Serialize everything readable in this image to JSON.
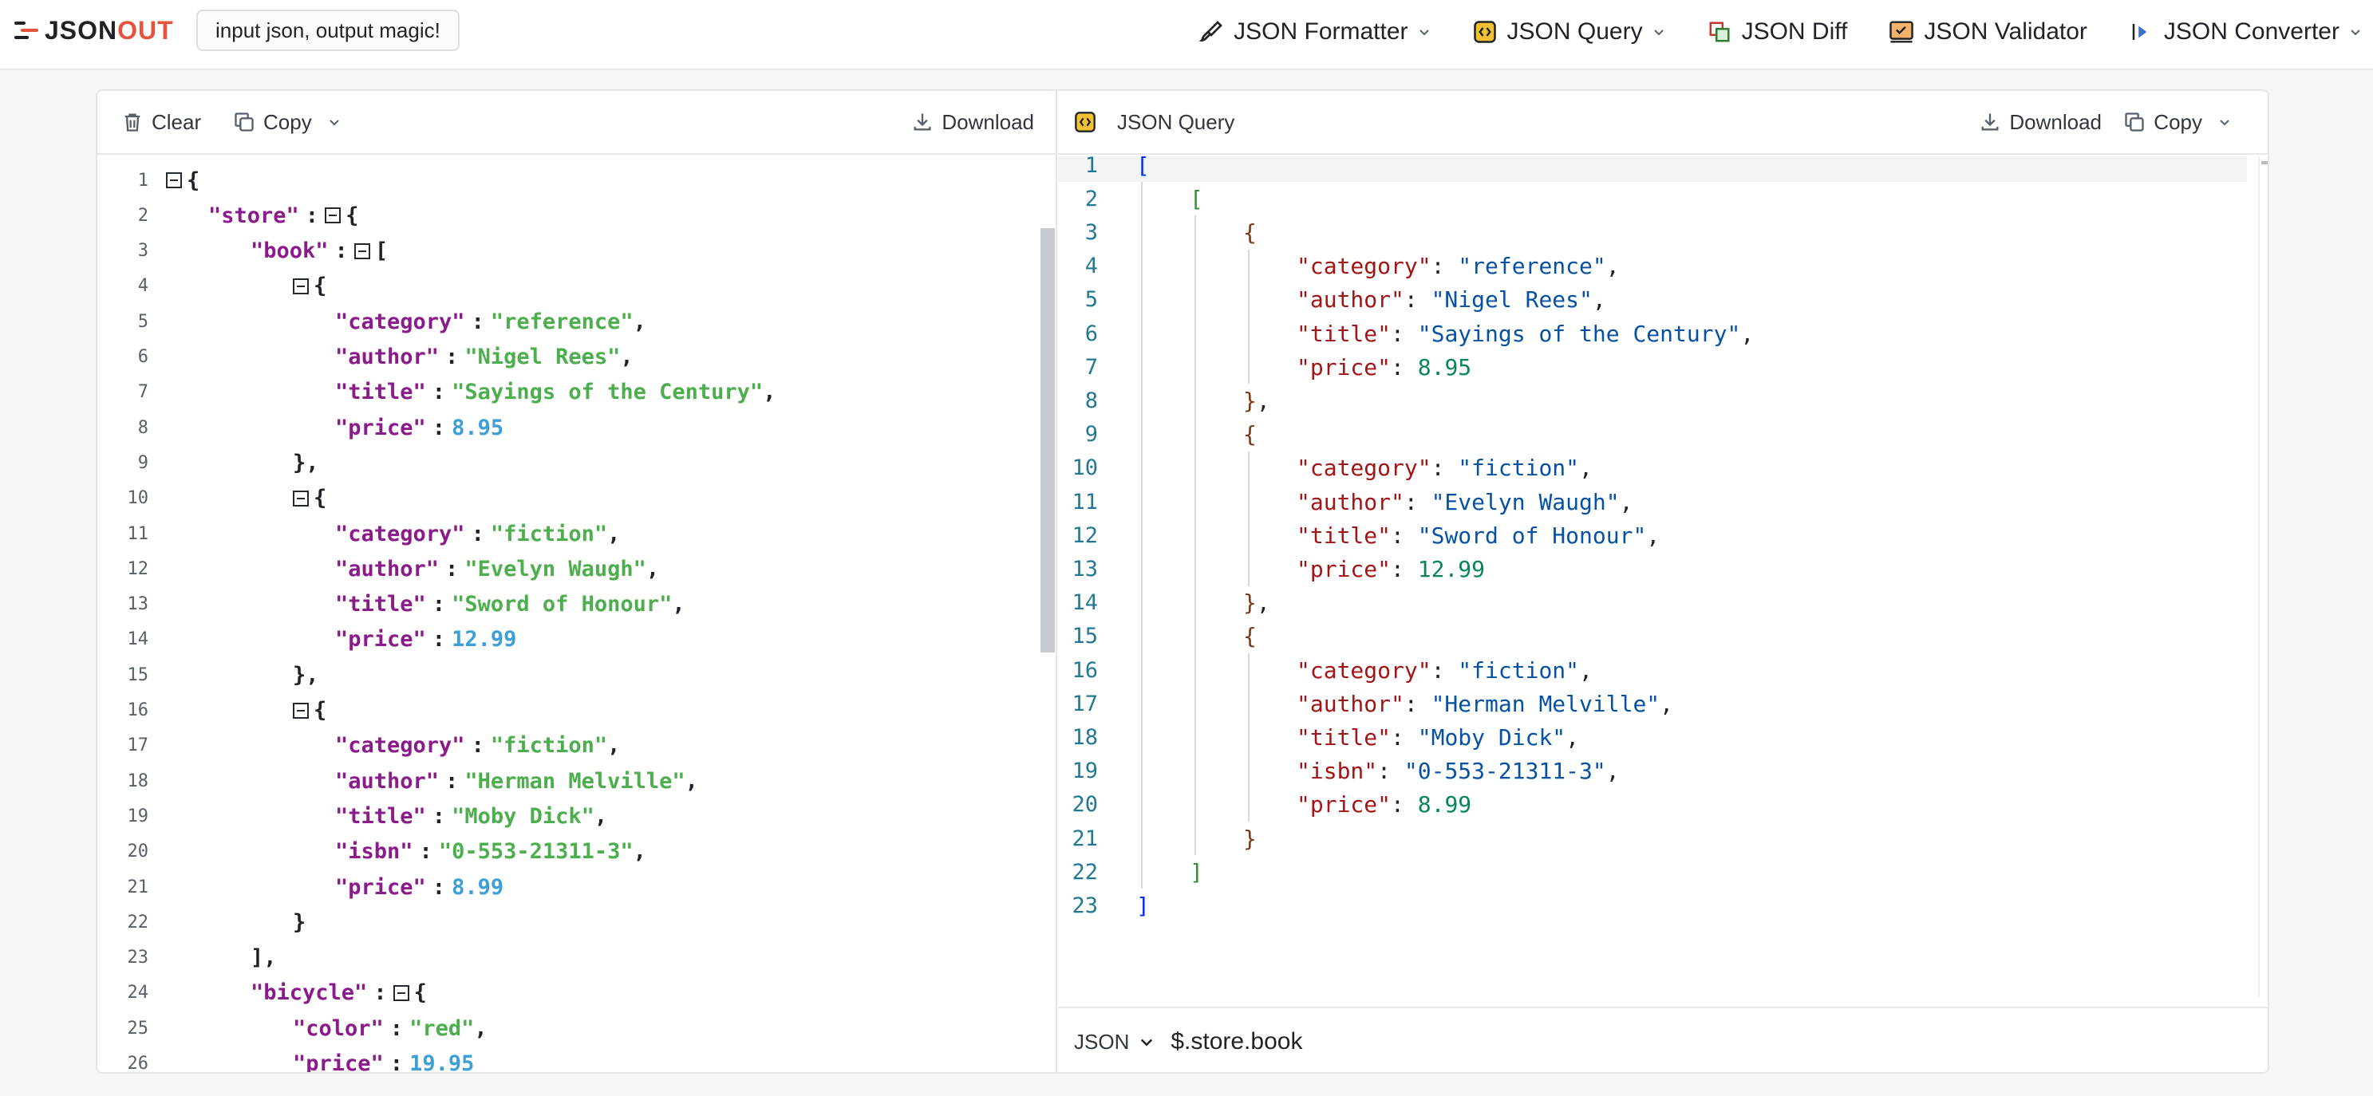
{
  "brand": {
    "part1": "JSON",
    "part2": "OUT"
  },
  "tagline": "input json, output magic!",
  "nav": [
    {
      "label": "JSON Formatter",
      "icon": "brush-icon",
      "dropdown": true
    },
    {
      "label": "JSON Query",
      "icon": "code-brackets-icon",
      "dropdown": true
    },
    {
      "label": "JSON Diff",
      "icon": "diff-icon",
      "dropdown": false
    },
    {
      "label": "JSON Validator",
      "icon": "check-badge-icon",
      "dropdown": false
    },
    {
      "label": "JSON Converter",
      "icon": "convert-icon",
      "dropdown": true
    }
  ],
  "left_toolbar": {
    "clear": "Clear",
    "copy": "Copy",
    "download": "Download"
  },
  "right_toolbar": {
    "title": "JSON Query",
    "download": "Download",
    "copy": "Copy"
  },
  "left_lines": [
    {
      "n": "1",
      "indent": 0,
      "fold": true,
      "parts": [
        [
          "p",
          "{"
        ]
      ]
    },
    {
      "n": "2",
      "indent": 1,
      "fold": false,
      "parts": [
        [
          "k",
          "\"store\""
        ],
        [
          "c",
          ":"
        ],
        [
          "f",
          ""
        ],
        [
          "p",
          "{"
        ]
      ]
    },
    {
      "n": "3",
      "indent": 2,
      "fold": false,
      "parts": [
        [
          "k",
          "\"book\""
        ],
        [
          "c",
          ":"
        ],
        [
          "f",
          ""
        ],
        [
          "p",
          "["
        ]
      ]
    },
    {
      "n": "4",
      "indent": 3,
      "fold": true,
      "parts": [
        [
          "p",
          "{"
        ]
      ]
    },
    {
      "n": "5",
      "indent": 4,
      "fold": false,
      "parts": [
        [
          "k",
          "\"category\""
        ],
        [
          "c",
          ":"
        ],
        [
          "s",
          "\"reference\""
        ],
        [
          "p",
          ","
        ]
      ]
    },
    {
      "n": "6",
      "indent": 4,
      "fold": false,
      "parts": [
        [
          "k",
          "\"author\""
        ],
        [
          "c",
          ":"
        ],
        [
          "s",
          "\"Nigel Rees\""
        ],
        [
          "p",
          ","
        ]
      ]
    },
    {
      "n": "7",
      "indent": 4,
      "fold": false,
      "parts": [
        [
          "k",
          "\"title\""
        ],
        [
          "c",
          ":"
        ],
        [
          "s",
          "\"Sayings of the Century\""
        ],
        [
          "p",
          ","
        ]
      ]
    },
    {
      "n": "8",
      "indent": 4,
      "fold": false,
      "parts": [
        [
          "k",
          "\"price\""
        ],
        [
          "c",
          ":"
        ],
        [
          "n",
          "8.95"
        ]
      ]
    },
    {
      "n": "9",
      "indent": 3,
      "fold": false,
      "parts": [
        [
          "p",
          "},"
        ]
      ]
    },
    {
      "n": "10",
      "indent": 3,
      "fold": true,
      "parts": [
        [
          "p",
          "{"
        ]
      ]
    },
    {
      "n": "11",
      "indent": 4,
      "fold": false,
      "parts": [
        [
          "k",
          "\"category\""
        ],
        [
          "c",
          ":"
        ],
        [
          "s",
          "\"fiction\""
        ],
        [
          "p",
          ","
        ]
      ]
    },
    {
      "n": "12",
      "indent": 4,
      "fold": false,
      "parts": [
        [
          "k",
          "\"author\""
        ],
        [
          "c",
          ":"
        ],
        [
          "s",
          "\"Evelyn Waugh\""
        ],
        [
          "p",
          ","
        ]
      ]
    },
    {
      "n": "13",
      "indent": 4,
      "fold": false,
      "parts": [
        [
          "k",
          "\"title\""
        ],
        [
          "c",
          ":"
        ],
        [
          "s",
          "\"Sword of Honour\""
        ],
        [
          "p",
          ","
        ]
      ]
    },
    {
      "n": "14",
      "indent": 4,
      "fold": false,
      "parts": [
        [
          "k",
          "\"price\""
        ],
        [
          "c",
          ":"
        ],
        [
          "n",
          "12.99"
        ]
      ]
    },
    {
      "n": "15",
      "indent": 3,
      "fold": false,
      "parts": [
        [
          "p",
          "},"
        ]
      ]
    },
    {
      "n": "16",
      "indent": 3,
      "fold": true,
      "parts": [
        [
          "p",
          "{"
        ]
      ]
    },
    {
      "n": "17",
      "indent": 4,
      "fold": false,
      "parts": [
        [
          "k",
          "\"category\""
        ],
        [
          "c",
          ":"
        ],
        [
          "s",
          "\"fiction\""
        ],
        [
          "p",
          ","
        ]
      ]
    },
    {
      "n": "18",
      "indent": 4,
      "fold": false,
      "parts": [
        [
          "k",
          "\"author\""
        ],
        [
          "c",
          ":"
        ],
        [
          "s",
          "\"Herman Melville\""
        ],
        [
          "p",
          ","
        ]
      ]
    },
    {
      "n": "19",
      "indent": 4,
      "fold": false,
      "parts": [
        [
          "k",
          "\"title\""
        ],
        [
          "c",
          ":"
        ],
        [
          "s",
          "\"Moby Dick\""
        ],
        [
          "p",
          ","
        ]
      ]
    },
    {
      "n": "20",
      "indent": 4,
      "fold": false,
      "parts": [
        [
          "k",
          "\"isbn\""
        ],
        [
          "c",
          ":"
        ],
        [
          "s",
          "\"0-553-21311-3\""
        ],
        [
          "p",
          ","
        ]
      ]
    },
    {
      "n": "21",
      "indent": 4,
      "fold": false,
      "parts": [
        [
          "k",
          "\"price\""
        ],
        [
          "c",
          ":"
        ],
        [
          "n",
          "8.99"
        ]
      ]
    },
    {
      "n": "22",
      "indent": 3,
      "fold": false,
      "parts": [
        [
          "p",
          "}"
        ]
      ]
    },
    {
      "n": "23",
      "indent": 2,
      "fold": false,
      "parts": [
        [
          "p",
          "],"
        ]
      ]
    },
    {
      "n": "24",
      "indent": 2,
      "fold": false,
      "parts": [
        [
          "k",
          "\"bicycle\""
        ],
        [
          "c",
          ":"
        ],
        [
          "f",
          ""
        ],
        [
          "p",
          "{"
        ]
      ]
    },
    {
      "n": "25",
      "indent": 3,
      "fold": false,
      "parts": [
        [
          "k",
          "\"color\""
        ],
        [
          "c",
          ":"
        ],
        [
          "s",
          "\"red\""
        ],
        [
          "p",
          ","
        ]
      ]
    },
    {
      "n": "26",
      "indent": 3,
      "fold": false,
      "parts": [
        [
          "k",
          "\"price\""
        ],
        [
          "c",
          ":"
        ],
        [
          "n",
          "19.95"
        ]
      ]
    }
  ],
  "right_lines": [
    {
      "n": "1",
      "indent": 0,
      "parts": [
        [
          "b1",
          "["
        ]
      ]
    },
    {
      "n": "2",
      "indent": 1,
      "parts": [
        [
          "b2",
          "["
        ]
      ]
    },
    {
      "n": "3",
      "indent": 2,
      "parts": [
        [
          "b3",
          "{"
        ]
      ]
    },
    {
      "n": "4",
      "indent": 3,
      "parts": [
        [
          "k",
          "\"category\""
        ],
        [
          "p",
          ": "
        ],
        [
          "s",
          "\"reference\""
        ],
        [
          "p",
          ","
        ]
      ]
    },
    {
      "n": "5",
      "indent": 3,
      "parts": [
        [
          "k",
          "\"author\""
        ],
        [
          "p",
          ": "
        ],
        [
          "s",
          "\"Nigel Rees\""
        ],
        [
          "p",
          ","
        ]
      ]
    },
    {
      "n": "6",
      "indent": 3,
      "parts": [
        [
          "k",
          "\"title\""
        ],
        [
          "p",
          ": "
        ],
        [
          "s",
          "\"Sayings of the Century\""
        ],
        [
          "p",
          ","
        ]
      ]
    },
    {
      "n": "7",
      "indent": 3,
      "parts": [
        [
          "k",
          "\"price\""
        ],
        [
          "p",
          ": "
        ],
        [
          "n",
          "8.95"
        ]
      ]
    },
    {
      "n": "8",
      "indent": 2,
      "parts": [
        [
          "b3",
          "}"
        ],
        [
          "p",
          ","
        ]
      ]
    },
    {
      "n": "9",
      "indent": 2,
      "parts": [
        [
          "b3",
          "{"
        ]
      ]
    },
    {
      "n": "10",
      "indent": 3,
      "parts": [
        [
          "k",
          "\"category\""
        ],
        [
          "p",
          ": "
        ],
        [
          "s",
          "\"fiction\""
        ],
        [
          "p",
          ","
        ]
      ]
    },
    {
      "n": "11",
      "indent": 3,
      "parts": [
        [
          "k",
          "\"author\""
        ],
        [
          "p",
          ": "
        ],
        [
          "s",
          "\"Evelyn Waugh\""
        ],
        [
          "p",
          ","
        ]
      ]
    },
    {
      "n": "12",
      "indent": 3,
      "parts": [
        [
          "k",
          "\"title\""
        ],
        [
          "p",
          ": "
        ],
        [
          "s",
          "\"Sword of Honour\""
        ],
        [
          "p",
          ","
        ]
      ]
    },
    {
      "n": "13",
      "indent": 3,
      "parts": [
        [
          "k",
          "\"price\""
        ],
        [
          "p",
          ": "
        ],
        [
          "n",
          "12.99"
        ]
      ]
    },
    {
      "n": "14",
      "indent": 2,
      "parts": [
        [
          "b3",
          "}"
        ],
        [
          "p",
          ","
        ]
      ]
    },
    {
      "n": "15",
      "indent": 2,
      "parts": [
        [
          "b3",
          "{"
        ]
      ]
    },
    {
      "n": "16",
      "indent": 3,
      "parts": [
        [
          "k",
          "\"category\""
        ],
        [
          "p",
          ": "
        ],
        [
          "s",
          "\"fiction\""
        ],
        [
          "p",
          ","
        ]
      ]
    },
    {
      "n": "17",
      "indent": 3,
      "parts": [
        [
          "k",
          "\"author\""
        ],
        [
          "p",
          ": "
        ],
        [
          "s",
          "\"Herman Melville\""
        ],
        [
          "p",
          ","
        ]
      ]
    },
    {
      "n": "18",
      "indent": 3,
      "parts": [
        [
          "k",
          "\"title\""
        ],
        [
          "p",
          ": "
        ],
        [
          "s",
          "\"Moby Dick\""
        ],
        [
          "p",
          ","
        ]
      ]
    },
    {
      "n": "19",
      "indent": 3,
      "parts": [
        [
          "k",
          "\"isbn\""
        ],
        [
          "p",
          ": "
        ],
        [
          "s",
          "\"0-553-21311-3\""
        ],
        [
          "p",
          ","
        ]
      ]
    },
    {
      "n": "20",
      "indent": 3,
      "parts": [
        [
          "k",
          "\"price\""
        ],
        [
          "p",
          ": "
        ],
        [
          "n",
          "8.99"
        ]
      ]
    },
    {
      "n": "21",
      "indent": 2,
      "parts": [
        [
          "b3",
          "}"
        ]
      ]
    },
    {
      "n": "22",
      "indent": 1,
      "parts": [
        [
          "b2",
          "]"
        ]
      ]
    },
    {
      "n": "23",
      "indent": 0,
      "parts": [
        [
          "b1",
          "]"
        ]
      ]
    }
  ],
  "footer": {
    "language": "JSON",
    "query": "$.store.book"
  },
  "colors": {
    "accent": "#e5533d",
    "key": "#8b1a8b",
    "string": "#4cae4c",
    "number": "#3d9fd6"
  }
}
